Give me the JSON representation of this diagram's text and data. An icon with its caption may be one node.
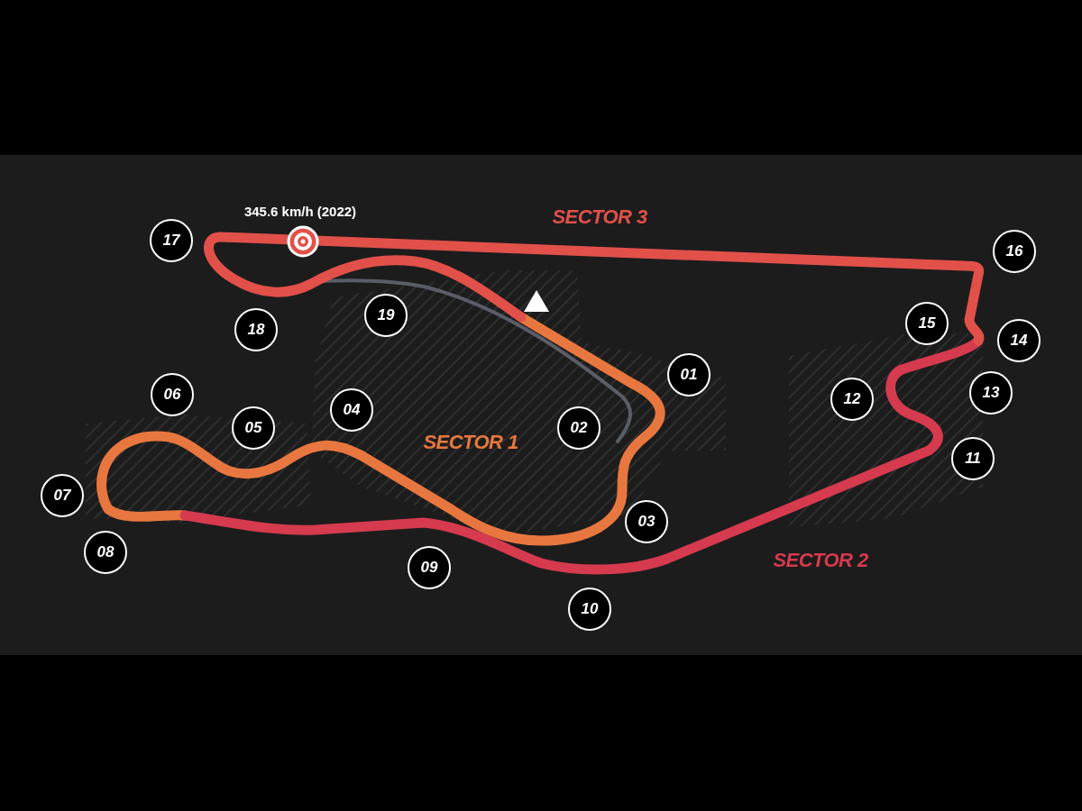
{
  "diagram": {
    "nodes": [
      {
        "text": [
          "01"
        ]
      },
      {
        "text": [
          "02"
        ]
      },
      {
        "text": [
          "03"
        ]
      },
      {
        "text": [
          "04"
        ]
      },
      {
        "text": [
          "05"
        ]
      },
      {
        "text": [
          "06"
        ]
      },
      {
        "text": [
          "07"
        ]
      },
      {
        "text": [
          "08"
        ]
      },
      {
        "text": [
          "09"
        ]
      },
      {
        "text": [
          "10"
        ]
      },
      {
        "text": [
          "11"
        ]
      },
      {
        "text": [
          "12"
        ]
      },
      {
        "text": [
          "13"
        ]
      },
      {
        "text": [
          "14"
        ]
      },
      {
        "text": [
          "15"
        ]
      },
      {
        "text": [
          "16"
        ]
      },
      {
        "text": [
          "17"
        ]
      },
      {
        "text": [
          "18"
        ]
      },
      {
        "text": [
          "19"
        ]
      }
    ],
    "labels": [
      "345.6 km/h (2022)",
      "SECTOR 3",
      "SECTOR 1",
      "SECTOR 2"
    ]
  }
}
